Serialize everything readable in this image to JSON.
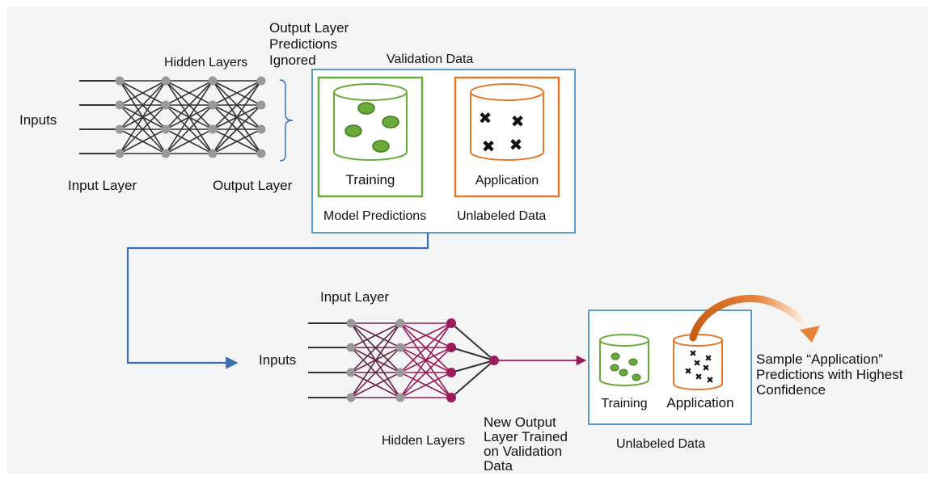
{
  "colors": {
    "background": "#f5f5f5",
    "box_border": "#4a90c8",
    "training_green": "#6aaa3a",
    "application_orange": "#e07a2e",
    "node_gray": "#999999",
    "edge_dark": "#333333",
    "trained_magenta": "#9b1b5a",
    "connector_blue": "#3a6fb5"
  },
  "top": {
    "inputs_label": "Inputs",
    "input_layer_label": "Input Layer",
    "hidden_layers_label": "Hidden Layers",
    "output_layer_label": "Output Layer",
    "output_ignored_lines": [
      "Output Layer",
      "Predictions",
      "Ignored"
    ],
    "validation_data_label": "Validation Data",
    "training_label": "Training",
    "application_label": "Application",
    "model_predictions_label": "Model Predictions",
    "unlabeled_data_label": "Unlabeled Data"
  },
  "bottom": {
    "input_layer_label": "Input Layer",
    "inputs_label": "Inputs",
    "hidden_layers_label": "Hidden Layers",
    "new_output_lines": [
      "New Output",
      "Layer Trained",
      "on Validation",
      "Data"
    ],
    "training_label": "Training",
    "application_label": "Application",
    "unlabeled_data_label": "Unlabeled Data",
    "sample_lines": [
      "Sample “Application”",
      "Predictions with Highest",
      "Confidence"
    ]
  }
}
